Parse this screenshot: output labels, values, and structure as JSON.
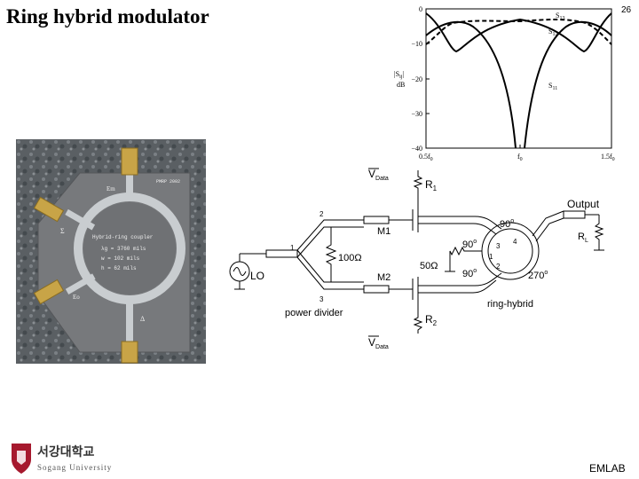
{
  "slide": {
    "title": "Ring hybrid modulator",
    "page_number": "26",
    "footer": "EMLAB"
  },
  "plot": {
    "y_label_top": "|S",
    "y_label_sub": "ij",
    "y_label_bar": "|",
    "y_unit": "dB",
    "y_ticks": [
      "0",
      "−10",
      "−20",
      "−30",
      "−40"
    ],
    "x_ticks": [
      "0.5f",
      "f",
      "1.5f"
    ],
    "x_tick_sub": "0",
    "curve_labels": [
      {
        "main": "S",
        "sub": "13"
      },
      {
        "main": "S",
        "sub": "12"
      },
      {
        "main": "S",
        "sub": "11"
      }
    ]
  },
  "photo": {
    "board_label": "Hybrid-ring coupler",
    "board_specs": [
      "λg = 3760 mils",
      "w = 102 mils",
      "h = 62 mils"
    ],
    "corner_text": "PMRP 2002",
    "port_marks": [
      "Em",
      "Σ",
      "Eo",
      "Δ"
    ]
  },
  "schematic": {
    "vdata_top": "V",
    "vdata_sub": "Data",
    "vdata_bottom": "V",
    "vdata_bottom_sub": "Data",
    "r1": "R",
    "r1_sub": "1",
    "r2": "R",
    "r2_sub": "2",
    "m1": "M1",
    "m2": "M2",
    "node1": "1",
    "node2": "2",
    "node3": "3",
    "r100": "100Ω",
    "r50": "50Ω",
    "lo": "LO",
    "power_divider": "power divider",
    "ring_hybrid": "ring-hybrid",
    "output": "Output",
    "rl": "R",
    "rl_sub": "L",
    "angle_90_top": "90",
    "angle_90_left": "90",
    "angle_90_bottom": "90",
    "angle_270": "270",
    "deg": "o",
    "ring_ports": [
      "1",
      "2",
      "3",
      "4"
    ]
  },
  "logo": {
    "korean": "서강대학교",
    "english": "Sogang University"
  }
}
